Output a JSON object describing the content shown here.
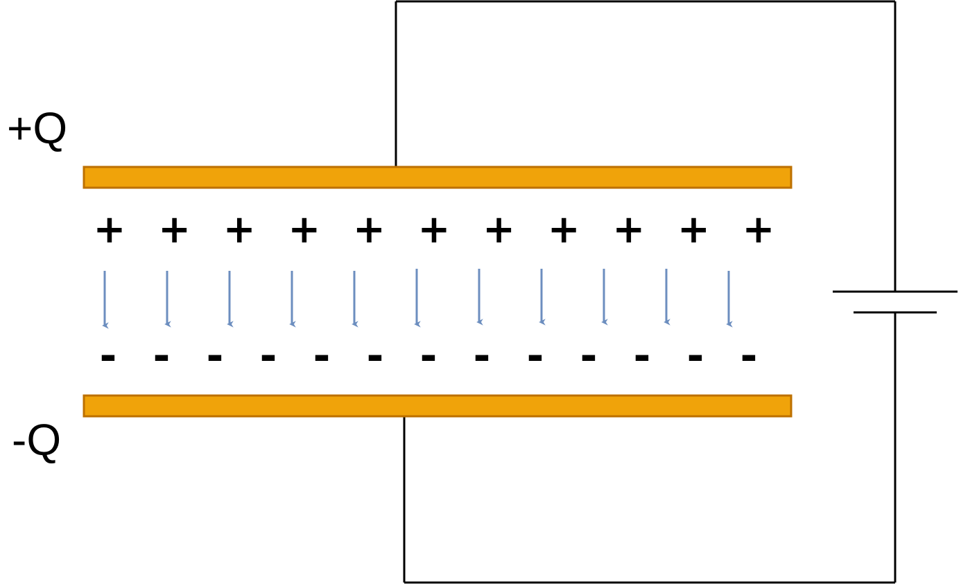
{
  "labels": {
    "top_charge": "+Q",
    "bottom_charge": "-Q"
  },
  "charges": {
    "positive_symbol": "+",
    "negative_symbol": "-",
    "positive_count": 11,
    "negative_count": 13
  },
  "field": {
    "arrow_count": 11
  },
  "colors": {
    "plate_fill": "#F0A30A",
    "plate_stroke": "#BD7000",
    "field_arrow": "#6C8EBF",
    "wire": "#000000"
  }
}
